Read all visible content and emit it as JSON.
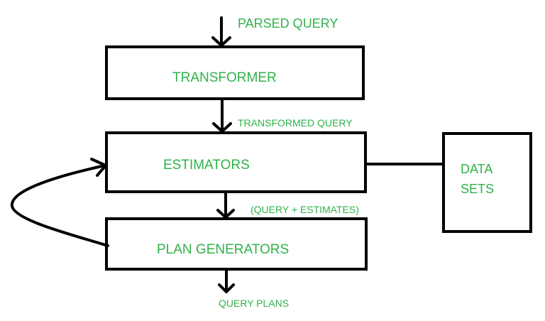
{
  "colors": {
    "label": "#2fb24a",
    "stroke": "#000000",
    "background": "#ffffff"
  },
  "labels": {
    "parsed_query": "PARSED QUERY",
    "transformed_query": "TRANSFORMED QUERY",
    "query_estimates": "(QUERY + ESTIMATES)",
    "query_plans": "QUERY PLANS"
  },
  "boxes": {
    "transformer": "TRANSFORMER",
    "estimators": "ESTIMATORS",
    "plan_generators": "PLAN GENERATORS",
    "data_sets_line1": "DATA",
    "data_sets_line2": "SETS"
  }
}
